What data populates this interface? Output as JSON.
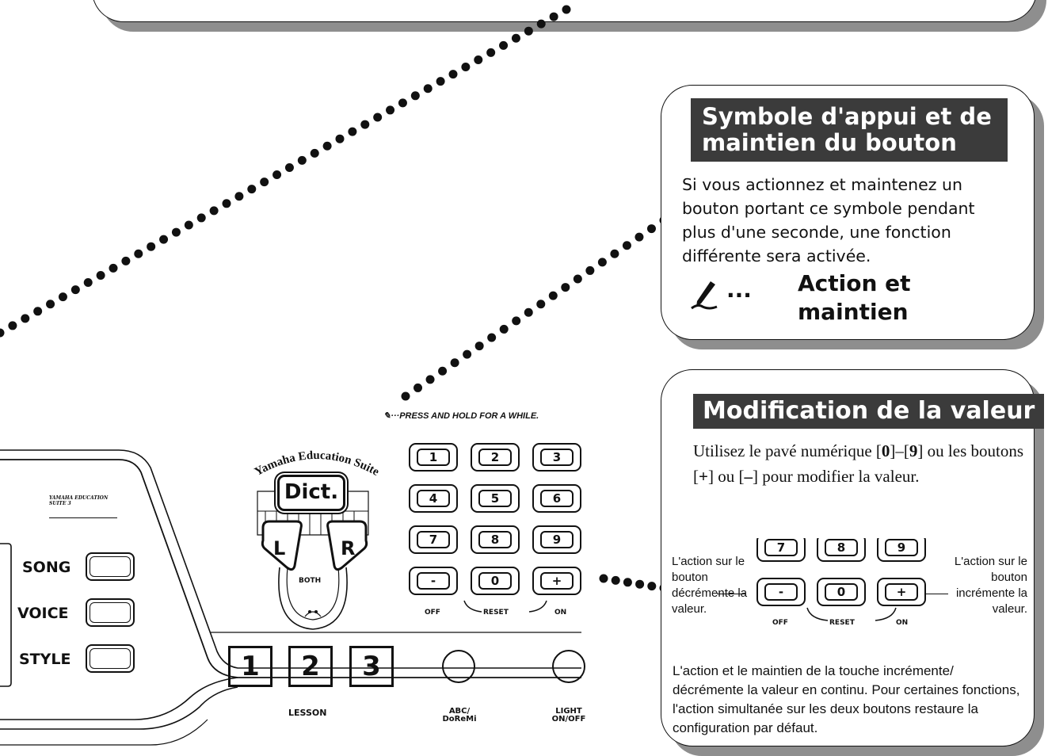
{
  "hold_panel": {
    "title": "Symbole d'appui et de maintien du bouton",
    "body": "Si vous actionnez et maintenez un bouton portant ce symbole pendant plus d'une seconde, une fonction différente sera activée.",
    "symbol_label": "Action et maintien"
  },
  "value_panel": {
    "title": "Modification de la valeur",
    "intro_a": "Utilisez le pavé numérique [",
    "intro_0": "0",
    "intro_b": "]–[",
    "intro_9": "9",
    "intro_c": "] ou les boutons [",
    "intro_plus": "+",
    "intro_d": "] ou [",
    "intro_minus": "–",
    "intro_e": "] pour modifier la valeur.",
    "left_note": "L'action sur le bouton décrémente la valeur.",
    "right_note": "L'action sur le bouton incrémente la valeur.",
    "footer": "L'action et le maintien de la touche incrémente/ décrémente la valeur en continu. Pour certaines fonctions, l'action simultanée sur les deux boutons restaure la configuration par défaut.",
    "keys_top": [
      "7",
      "8",
      "9"
    ],
    "keys_bottom": [
      "-",
      "0",
      "+"
    ],
    "sub_off": "OFF",
    "sub_reset": "RESET",
    "sub_on": "ON"
  },
  "panel": {
    "hold_note": "···PRESS AND HOLD FOR A WHILE.",
    "yes_title": "Yamaha Education Suite",
    "dict_label": "Dict.",
    "left_label": "L",
    "right_label": "R",
    "both_label": "BOTH",
    "keypad": [
      "1",
      "2",
      "3",
      "4",
      "5",
      "6",
      "7",
      "8",
      "9",
      "-",
      "0",
      "+"
    ],
    "off_label": "OFF",
    "reset_label": "RESET",
    "on_label": "ON",
    "modes": [
      "SONG",
      "VOICE",
      "STYLE"
    ],
    "lessons": [
      "1",
      "2",
      "3"
    ],
    "lesson_label": "LESSON",
    "abc_label": "ABC/ DoReMi",
    "light_label": "LIGHT ON/OFF",
    "logo_text": "YAMAHA EDUCATION SUITE 3"
  }
}
